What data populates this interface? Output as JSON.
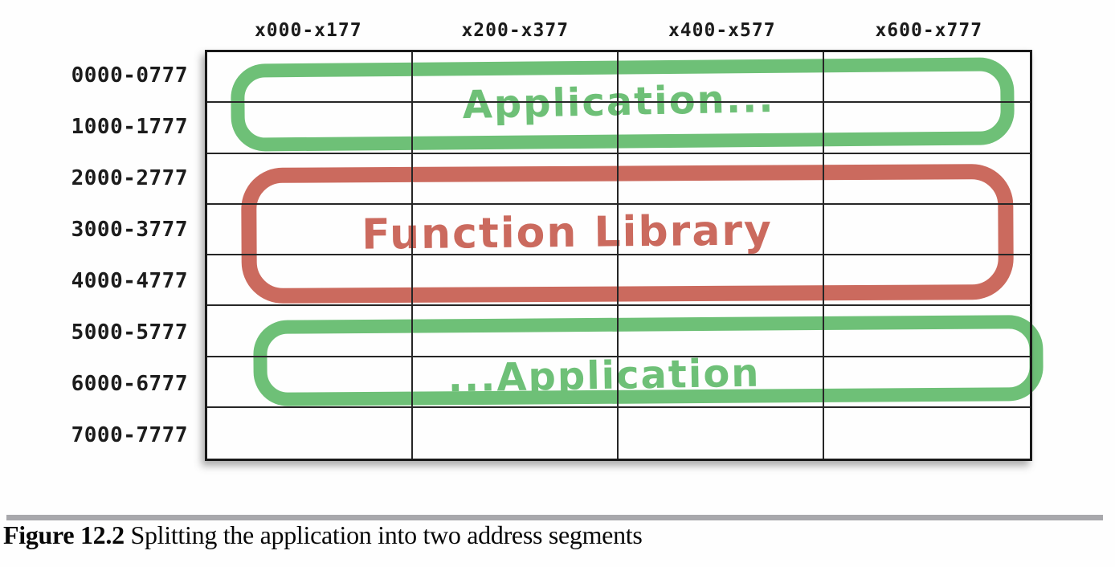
{
  "figure": {
    "caption_label": "Figure 12.2",
    "caption_text": " Splitting the application into two address segments"
  },
  "memory_map": {
    "column_headers": [
      "x000-x177",
      "x200-x377",
      "x400-x577",
      "x600-x777"
    ],
    "row_labels": [
      "0000-0777",
      "1000-1777",
      "2000-2777",
      "3000-3777",
      "4000-4777",
      "5000-5777",
      "6000-6777",
      "7000-7777"
    ],
    "segments": [
      {
        "id": "application-top",
        "label": "Application...",
        "color": "#6ec077",
        "rows": "0000-1777"
      },
      {
        "id": "function-library",
        "label": "Function Library",
        "color": "#cb6a5e",
        "rows": "2000-4777"
      },
      {
        "id": "application-bottom",
        "label": "...Application",
        "color": "#6ec077",
        "rows": "5000-6777"
      }
    ],
    "colors": {
      "segment_green": "#6ec077",
      "segment_red": "#cb6a5e",
      "grid_line": "#262626",
      "grid_border": "#191919",
      "caption_rule_gray": "#a8a8ac"
    }
  }
}
